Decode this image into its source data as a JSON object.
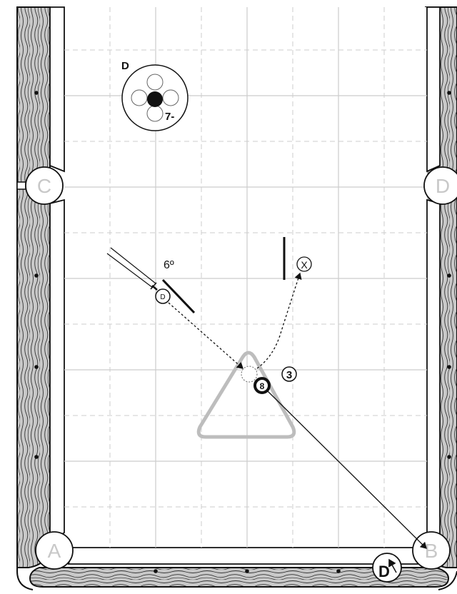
{
  "pockets": {
    "top_left": "C",
    "top_right": "D",
    "bottom_left": "A",
    "bottom_right": "B"
  },
  "cue_tip_diagram": {
    "label": "D",
    "setting": "7-"
  },
  "shot": {
    "cue_ball_label": "D",
    "object_ball_number": "8",
    "angle_label": "6º",
    "target_marker": "X",
    "step_number": "3",
    "corner_marker_label": "D"
  },
  "colors": {
    "line": "#111111",
    "grid_solid": "#cccccc",
    "grid_dashed": "#cccccc",
    "rack": "#bdbdbd",
    "pocket": "#ffffff",
    "pocket_label": "#c8c8c8",
    "rail_wood": "#bfbfbf"
  }
}
